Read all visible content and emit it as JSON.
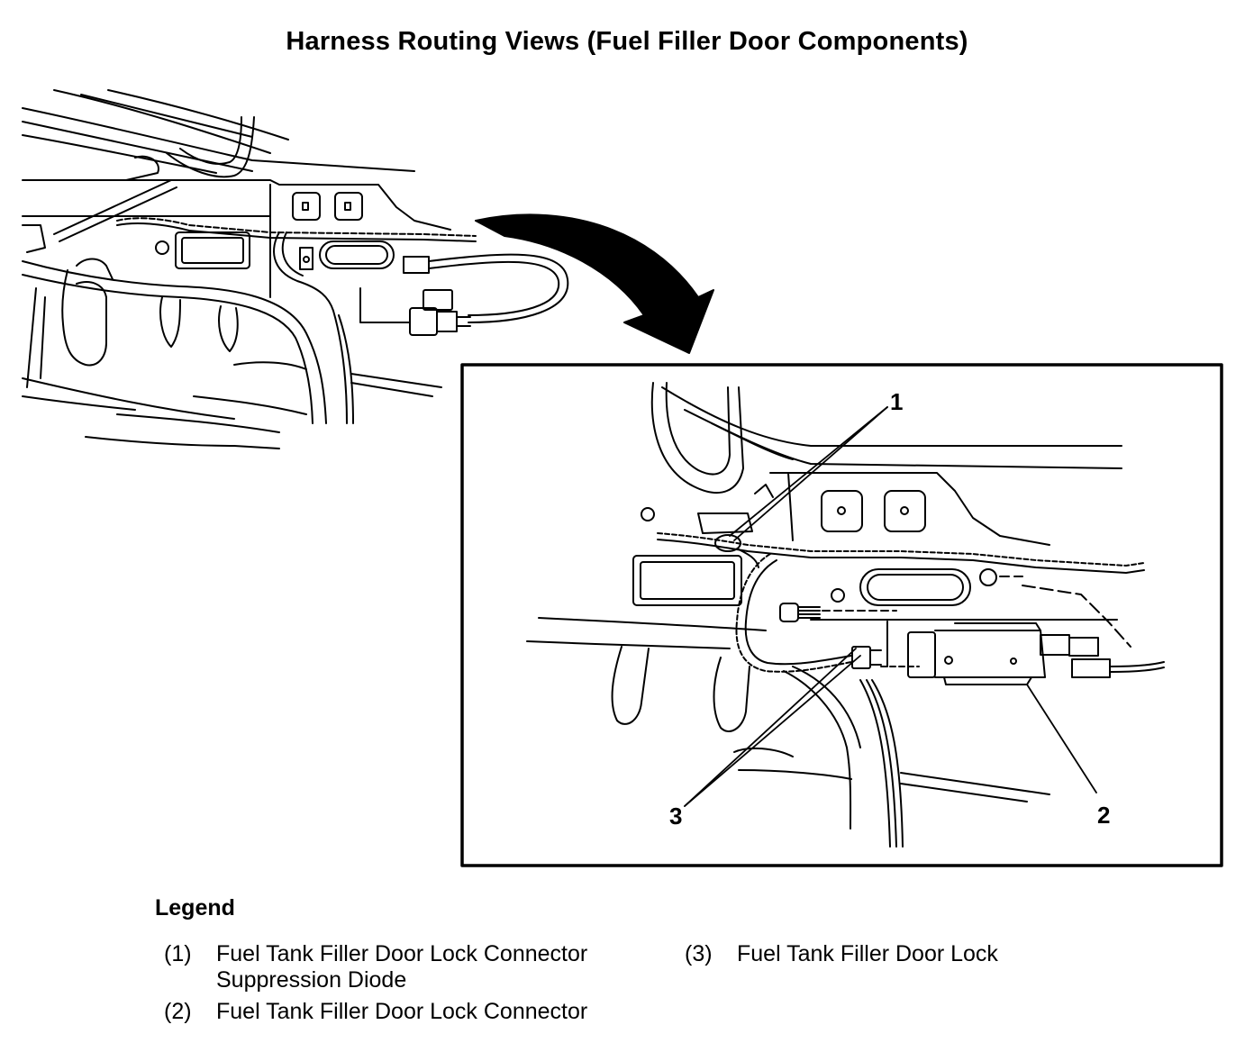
{
  "title": "Harness Routing Views (Fuel Filler Door Components)",
  "callouts": {
    "c1": "1",
    "c2": "2",
    "c3": "3"
  },
  "legend": {
    "heading": "Legend",
    "items": [
      {
        "num": "(1)",
        "line1": "Fuel Tank Filler Door Lock Connector",
        "line2": "Suppression Diode"
      },
      {
        "num": "(2)",
        "line1": "Fuel Tank Filler Door Lock Connector",
        "line2": ""
      },
      {
        "num": "(3)",
        "line1": "Fuel Tank Filler Door Lock",
        "line2": ""
      }
    ]
  }
}
